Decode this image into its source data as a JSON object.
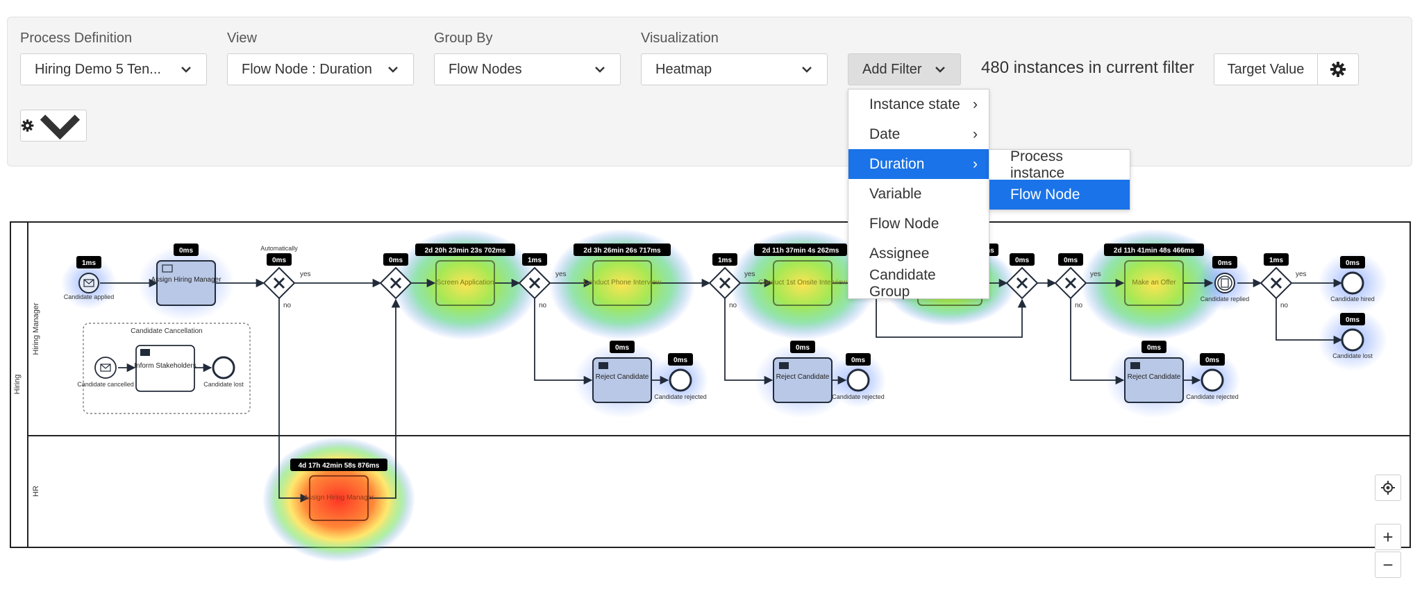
{
  "controls": {
    "process_definition": {
      "label": "Process Definition",
      "value": "Hiring Demo 5 Ten..."
    },
    "view": {
      "label": "View",
      "value": "Flow Node : Duration"
    },
    "group_by": {
      "label": "Group By",
      "value": "Flow Nodes"
    },
    "visualization": {
      "label": "Visualization",
      "value": "Heatmap"
    },
    "add_filter": "Add Filter",
    "instances_text": "480 instances in current filter",
    "target_value": "Target Value"
  },
  "filter_menu": {
    "items": [
      "Instance state",
      "Date",
      "Duration",
      "Variable",
      "Flow Node",
      "Assignee",
      "Candidate Group"
    ],
    "active": "Duration",
    "submenu": [
      "Process instance",
      "Flow Node"
    ],
    "submenu_active": "Flow Node"
  },
  "diagram": {
    "pool": "Hiring",
    "lanes": [
      "Hiring Manager",
      "HR"
    ],
    "subprocess": "Candidate Cancellation",
    "nodes": {
      "candidate_applied": "Candidate applied",
      "assign_hiring_manager": "Assign Hiring Manager",
      "automatically": "Automatically",
      "screen_application": "Screen Application",
      "conduct_phone_interview": "Conduct Phone Interview",
      "conduct_onsite_interview": "Conduct 1st Onsite Interview",
      "make_offer": "Make an Offer",
      "candidate_replied": "Candidate replied",
      "candidate_hired": "Candidate hired",
      "candidate_lost": "Candidate lost",
      "reject_candidate": "Reject Candidate",
      "candidate_rejected": "Candidate rejected",
      "candidate_cancelled": "Candidate cancelled",
      "inform_stakeholders": "Inform Stakeholders",
      "hr_assign_hiring_manager": "Assign Hiring Manager"
    },
    "flow_labels": {
      "yes": "yes",
      "no": "no"
    },
    "badges": {
      "b_1ms": "1ms",
      "b_0ms": "0ms",
      "screen": "2d 20h 23min 23s 702ms",
      "phone": "2d 3h 26min 26s 717ms",
      "onsite": "2d 11h 37min 4s 262ms",
      "offer": "2d 11h 41min 48s 466ms",
      "hr_assign": "4d 17h 42min 58s 876ms",
      "partial": "ns"
    }
  },
  "icons": [
    "chevron-down-icon",
    "gear-icon",
    "chevron-right-icon",
    "locate-icon",
    "zoom-in-icon",
    "zoom-out-icon"
  ]
}
